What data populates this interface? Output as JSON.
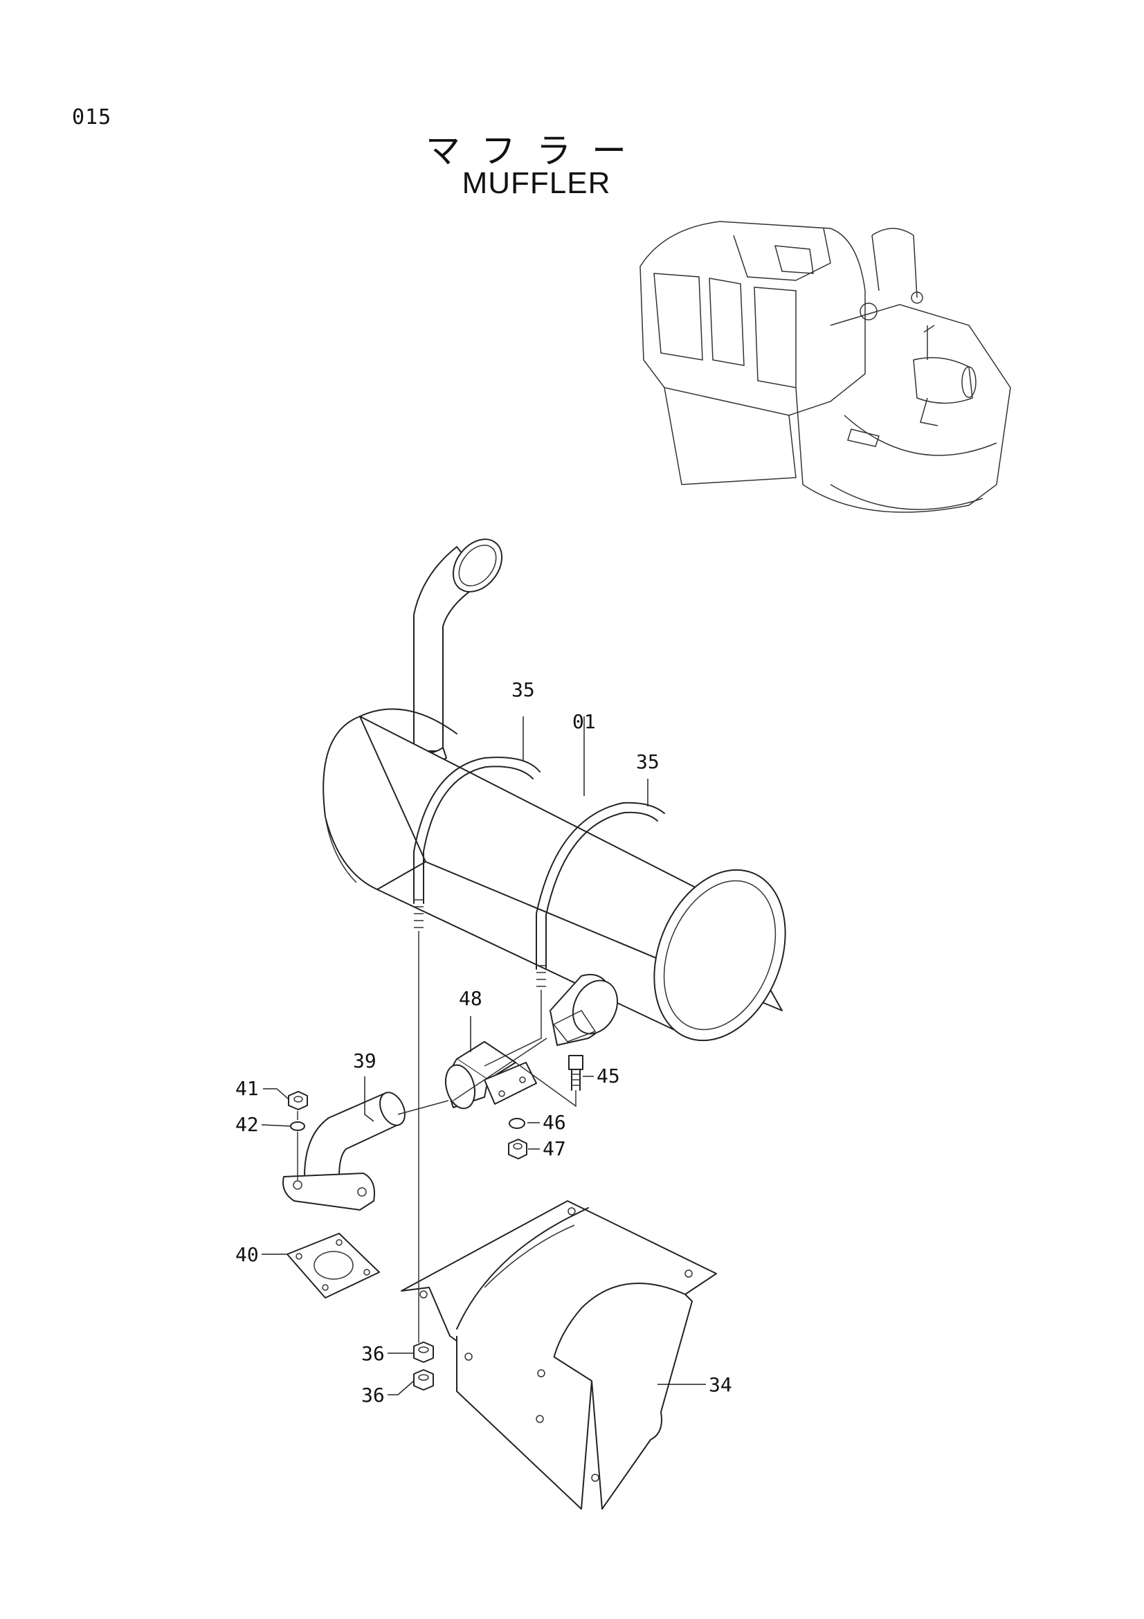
{
  "page": {
    "number": "015",
    "title_jp": "マフラー",
    "title_en": "MUFFLER"
  },
  "callouts": {
    "c35a": "35",
    "c01": "01",
    "c35b": "35",
    "c48": "48",
    "c39": "39",
    "c41": "41",
    "c42": "42",
    "c45": "45",
    "c46": "46",
    "c47": "47",
    "c40": "40",
    "c36a": "36",
    "c36b": "36",
    "c34": "34"
  }
}
